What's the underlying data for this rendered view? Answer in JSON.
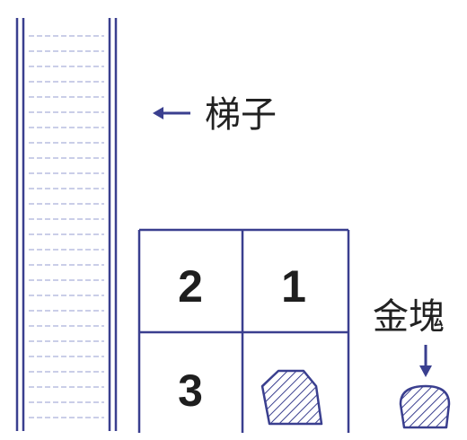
{
  "labels": {
    "ladder": "梯子",
    "gold": "金塊"
  },
  "grid": {
    "cells": [
      "2",
      "1",
      "3"
    ]
  },
  "colors": {
    "line": "#3a3f8f",
    "hatch": "#3a3f8f",
    "rung": "#b8bde0",
    "text": "#222222"
  },
  "icons": {
    "ladder": "ladder-icon",
    "gold_in_grid": "gold-nugget-icon",
    "gold_outside": "gold-nugget-icon",
    "ladder_arrow": "arrow-left-icon",
    "gold_arrow": "arrow-down-icon"
  }
}
